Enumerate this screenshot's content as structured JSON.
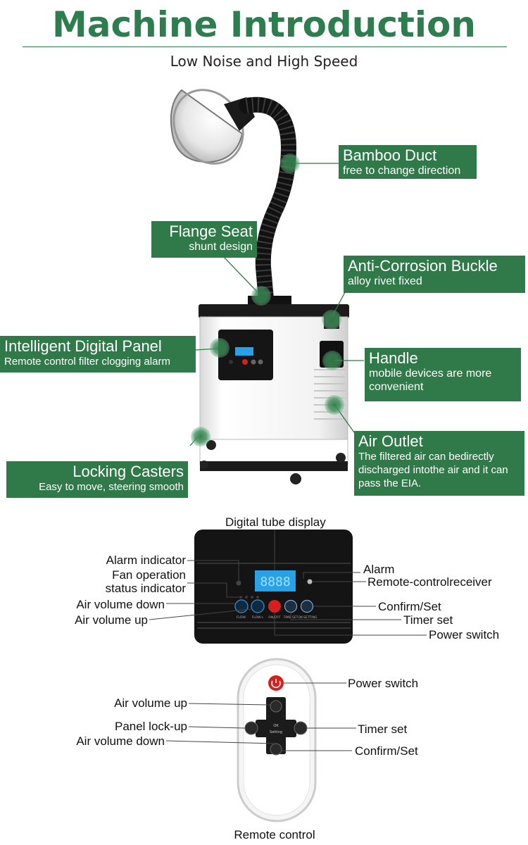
{
  "header": {
    "title": "Machine Introduction",
    "subtitle": "Low Noise and High Speed"
  },
  "colors": {
    "accent": "#2f7a48",
    "title": "#2e7d4f"
  },
  "callouts": {
    "bamboo_duct": {
      "title": "Bamboo Duct",
      "desc": "free to change direction"
    },
    "flange_seat": {
      "title": "Flange Seat",
      "desc": "shunt design"
    },
    "anti_corrosion": {
      "title": "Anti-Corrosion Buckle",
      "desc": "alloy rivet fixed"
    },
    "digital_panel": {
      "title": "Intelligent Digital Panel",
      "desc": "Remote control filter clogging alarm"
    },
    "handle": {
      "title": "Handle",
      "desc": "mobile devices are more convenient"
    },
    "air_outlet": {
      "title": "Air Outlet",
      "desc": "The filtered air can bedirectly discharged intothe air and it can pass the EIA."
    },
    "locking_casters": {
      "title": "Locking Casters",
      "desc": "Easy to move, steering smooth"
    }
  },
  "panel": {
    "digital_tube_display": "Digital tube display",
    "alarm_indicator": "Alarm indicator",
    "fan_status_line1": "Fan operation",
    "fan_status_line2": "status indicator",
    "air_volume_down": "Air volume down",
    "air_volume_up": "Air volume up",
    "alarm": "Alarm",
    "remote_receiver": "Remote-controlreceiver",
    "confirm_set": "Confirm/Set",
    "timer_set": "Timer set",
    "power_switch": "Power switch",
    "display_value": "8888",
    "btn_flow_down": "FLOW-",
    "btn_flow_up": "FLOW+",
    "btn_onoff": "ON/OFF",
    "btn_time_set": "TIME SET",
    "btn_ok_setting": "OK-SETTING"
  },
  "remote": {
    "power_switch": "Power switch",
    "air_volume_up": "Air volume up",
    "panel_lock_up": "Panel lock-up",
    "timer_set": "Timer set",
    "air_volume_down": "Air volume down",
    "confirm_set": "Confirm/Set",
    "caption": "Remote control",
    "center_key_top": "OK",
    "center_key_bottom": "Setting"
  }
}
